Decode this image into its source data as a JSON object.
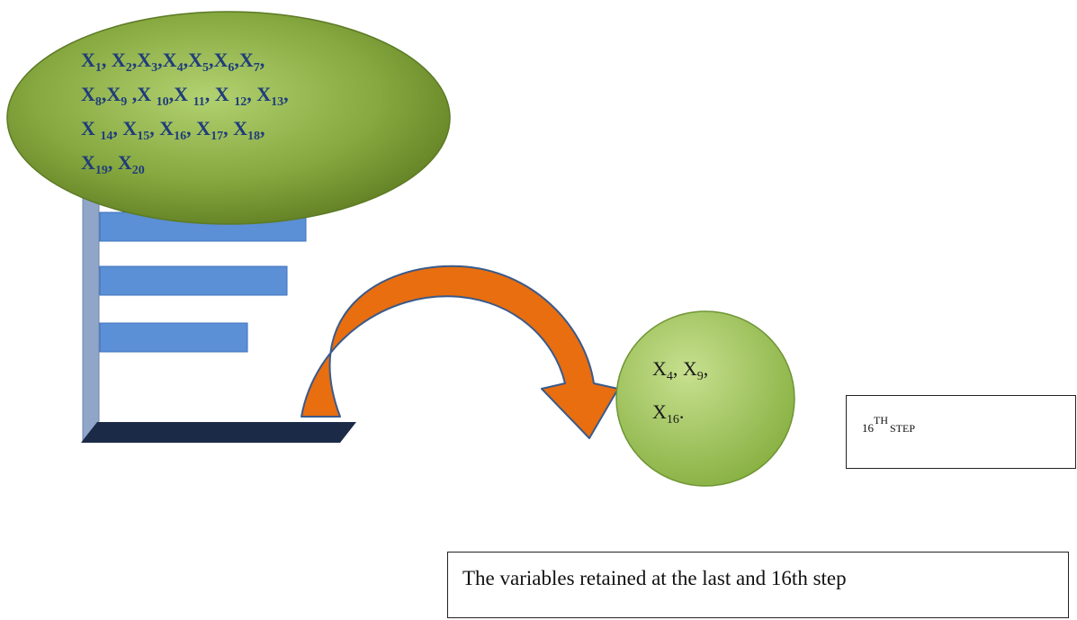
{
  "ellipse": {
    "lines": [
      [
        [
          "X",
          "1"
        ],
        [
          ", X",
          "2"
        ],
        [
          ",X",
          "3"
        ],
        [
          ",X",
          "4"
        ],
        [
          ",X",
          "5"
        ],
        [
          ",X",
          "6"
        ],
        [
          ",X",
          "7"
        ],
        [
          ",",
          ""
        ]
      ],
      [
        [
          "X",
          "8"
        ],
        [
          ",X",
          "9"
        ],
        [
          " ,X ",
          "10"
        ],
        [
          ",X ",
          "11"
        ],
        [
          ", X ",
          "12"
        ],
        [
          ",  X",
          "13"
        ],
        [
          ",",
          ""
        ]
      ],
      [
        [
          "X ",
          "14"
        ],
        [
          ",  X",
          "15"
        ],
        [
          ",  X",
          "16"
        ],
        [
          ",  X",
          "17"
        ],
        [
          ",  X",
          "18"
        ],
        [
          ",",
          ""
        ]
      ],
      [
        [
          "X",
          "19"
        ],
        [
          ", X",
          "20"
        ]
      ]
    ]
  },
  "result": {
    "lines": [
      [
        [
          "X",
          "4"
        ],
        [
          ", X",
          "9"
        ],
        [
          ",",
          ""
        ]
      ],
      [
        [
          "X",
          "16"
        ],
        [
          ".",
          ""
        ]
      ]
    ]
  },
  "step": {
    "number": "16",
    "superscript": "TH",
    "word": "STEP"
  },
  "caption": "The variables retained at the last and 16th step",
  "colors": {
    "ellipse_fill": "#7fa23a",
    "circle_fill": "#9dc25a",
    "bar_fill": "#5b8fd6",
    "axis_fill": "#8fa6c9",
    "base_fill": "#1b2a47",
    "arrow_fill": "#e86e10"
  }
}
